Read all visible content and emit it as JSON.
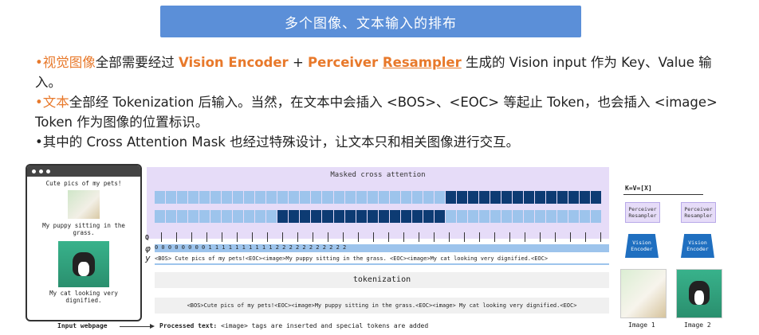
{
  "title": "多个图像、文本输入的排布",
  "bullets": {
    "b1_prefix": "•视觉图像",
    "b1_mid1": "全部需要经过",
    "b1_enc": "Vision Encoder",
    "b1_plus": " + ",
    "b1_res1": "Perceiver ",
    "b1_res2": "Resampler",
    "b1_rest": " 生成的 Vision input 作为 Key、Value 输入。",
    "b2_prefix": "•文本",
    "b2_rest": "全部经 Tokenization 后输入。当然，在文本中会插入 <BOS>、<EOC> 等起止 Token，也会插入 <image> Token 作为图像的位置标识。",
    "b3": "•其中的 Cross Attention Mask 也经过特殊设计，让文本只和相关图像进行交互。"
  },
  "figure": {
    "webpage_text1": "Cute pics of my pets!",
    "webpage_text2": "My puppy sitting in the grass.",
    "webpage_text3": "My cat looking very dignified.",
    "input_caption": "Input webpage",
    "processed_caption": "Processed text:",
    "processed_rest": "<image> tags are inserted and special tokens are added",
    "mca_label": "Masked cross attention",
    "kv_label": "K=V=[X]",
    "q_label": "Q",
    "phi_label": "φ",
    "y_label": "y",
    "phi_values": "0    0    0   0   0   0   0   0    1   1   1   1    1     1   1   1    1   1   2   2  2   2   2    2      2     2    2   2   2",
    "token_line": "<BOS> Cute pics of my pets!<EOC><image>My puppy sitting in the grass. <EOC><image>My cat looking very dignified.<EOC>",
    "tokenization": "tokenization",
    "raw_text": "<BOS>Cute pics of my pets!<EOC><image>My puppy sitting in the grass.<EOC><image> My cat looking very dignified.<EOC>",
    "perceiver": "Perceiver Resampler",
    "vision_encoder": "Vision Encoder",
    "image1": "Image 1",
    "image2": "Image 2"
  },
  "colors": {
    "title_bg": "#5b8fd8",
    "orange": "#e8792b",
    "dark_blue": "#0d3b73",
    "light_blue": "#9dc4ec",
    "lavender": "#e6dcf8"
  }
}
